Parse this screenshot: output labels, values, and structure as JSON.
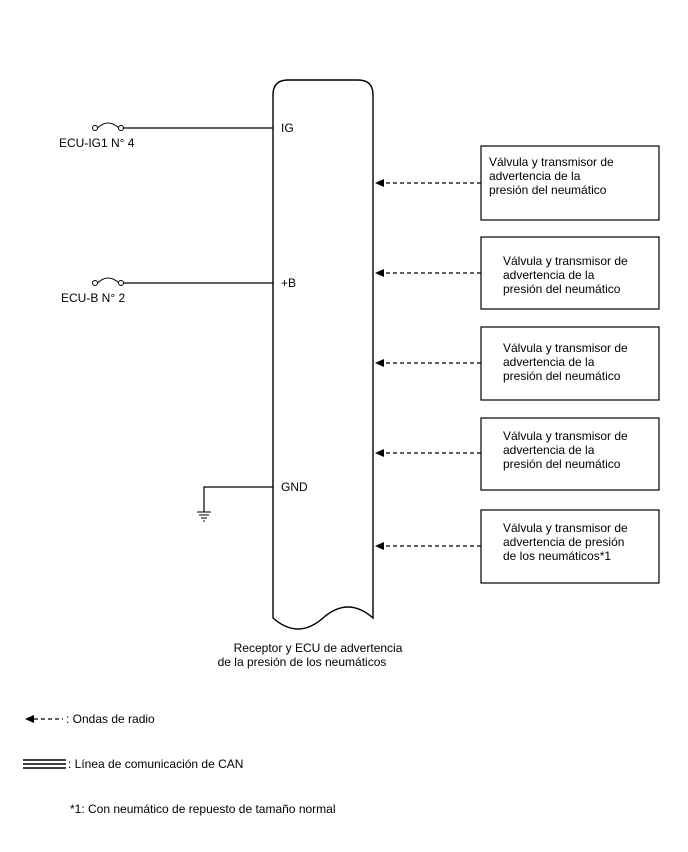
{
  "ecu": {
    "caption_line1": "Receptor y ECU de advertencia",
    "caption_line2": "de la presión de los neumáticos",
    "terminal_ig": "IG",
    "terminal_b": "+B",
    "terminal_gnd": "GND"
  },
  "fuses": {
    "ig_fuse": "ECU-IG1 N° 4",
    "b_fuse": "ECU-B N° 2"
  },
  "transmitters": [
    {
      "line1": "Válvula y transmisor de",
      "line2": "advertencia de la",
      "line3": "presión del neumático"
    },
    {
      "line1": "Válvula y transmisor de",
      "line2": "advertencia de la",
      "line3": "presión del neumático"
    },
    {
      "line1": "Válvula y transmisor de",
      "line2": "advertencia de la",
      "line3": "presión del neumático"
    },
    {
      "line1": "Válvula y transmisor de",
      "line2": "advertencia de la",
      "line3": "presión del neumático"
    },
    {
      "line1": "Válvula y transmisor de",
      "line2": "advertencia de presión",
      "line3": "de los neumáticos*1"
    }
  ],
  "legend": {
    "radio_waves": ": Ondas de radio",
    "can_line": ": Línea de comunicación de CAN",
    "footnote": "*1: Con neumático de repuesto de tamaño normal"
  },
  "colors": {
    "line": "#000000",
    "background": "#ffffff"
  }
}
